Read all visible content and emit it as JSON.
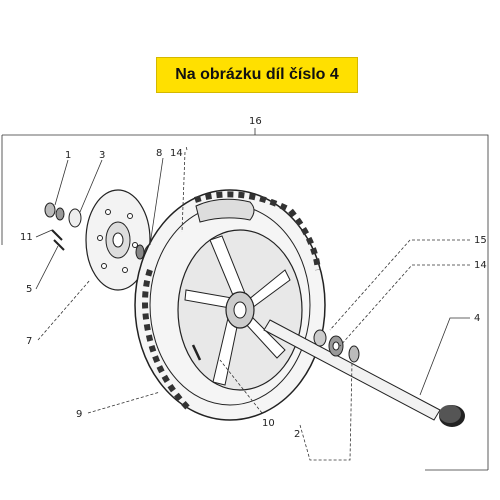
{
  "banner": {
    "text": "Na obrázku díl číslo 4"
  },
  "callouts": {
    "c16": "16",
    "c1": "1",
    "c3": "3",
    "c8": "8",
    "c14a": "14",
    "c11": "11",
    "c5": "5",
    "c7": "7",
    "c15": "15",
    "c14b": "14",
    "c4": "4",
    "c9": "9",
    "c10": "10",
    "c2": "2"
  },
  "colors": {
    "banner_bg": "#ffe000",
    "line": "#333333"
  }
}
